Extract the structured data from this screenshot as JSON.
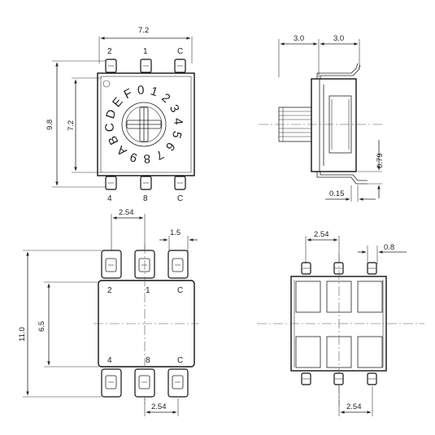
{
  "top_view": {
    "dims": {
      "width": "7.2",
      "height_outer": "9.8",
      "height_inner": "7.2"
    },
    "pins_top": [
      "2",
      "1",
      "C"
    ],
    "pins_bottom": [
      "4",
      "8",
      "C"
    ],
    "dial_chars": [
      "0",
      "1",
      "2",
      "3",
      "4",
      "5",
      "6",
      "7",
      "8",
      "9",
      "A",
      "B",
      "C",
      "D",
      "E",
      "F"
    ]
  },
  "side_view": {
    "dims": {
      "left": "3.0",
      "right": "3.0",
      "standoff": "0.79",
      "lead": "0.15"
    }
  },
  "footprint_view": {
    "dims": {
      "pitch_top": "2.54",
      "pad": "1.5",
      "height_outer": "11.0",
      "height_inner": "6.5",
      "pitch_bottom": "2.54"
    },
    "pins_top": [
      "2",
      "1",
      "C"
    ],
    "pins_bottom": [
      "4",
      "8",
      "C"
    ]
  },
  "bottom_view": {
    "dims": {
      "pitch_top": "2.54",
      "gap": "0.8",
      "pitch_bottom": "2.54"
    }
  }
}
